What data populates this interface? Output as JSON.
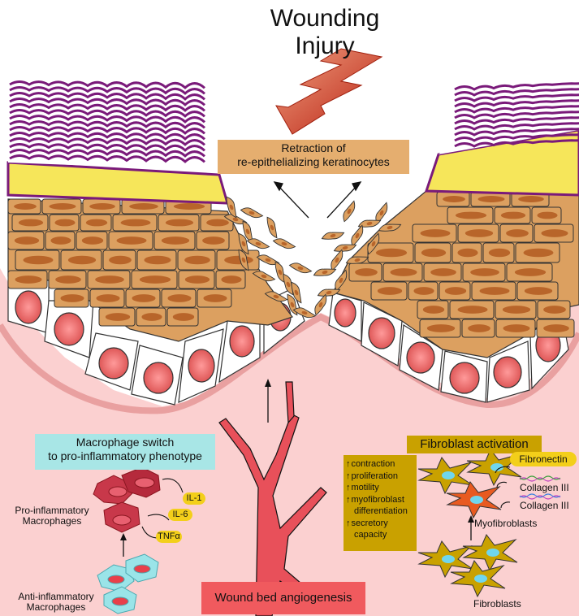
{
  "title": {
    "line1": "Wounding",
    "line2": "Injury"
  },
  "retraction": {
    "line1": "Retraction of",
    "line2": "re-epithelializing keratinocytes"
  },
  "macrophage": {
    "switch_line1": "Macrophage switch",
    "switch_line2": "to pro-inflammatory phenotype",
    "pro_line1": "Pro-inflammatory",
    "pro_line2": "Macrophages",
    "anti_line1": "Anti-inflammatory",
    "anti_line2": "Macrophages",
    "cytokines": [
      "IL-1",
      "IL-6",
      "TNFα"
    ]
  },
  "angiogenesis": "Wound bed angiogenesis",
  "fibroblast": {
    "header": "Fibroblast activation",
    "effects": [
      "contraction",
      "proliferation",
      "motility",
      "myofibroblast",
      "differentiation",
      "secretory",
      "capacity"
    ],
    "fibronectin": "Fibronectin",
    "collagen_a": "Collagen III",
    "collagen_b": "Collagen III",
    "myofibroblasts": "Myofibroblasts",
    "fibroblasts": "Fibroblasts"
  },
  "colors": {
    "dermis": "#fbd0d0",
    "keratinocyte": "#dca060",
    "nucleus": "#b8652a",
    "collagen": "#7a1a7a",
    "stratum": "#f6e65a",
    "lightning": "#c8331c",
    "angio": "#e8505a",
    "tan_box": "#e5ae6f",
    "cyan_box": "#a8e6e6",
    "gold_box": "#c9a100",
    "pill": "#f3cf1a"
  }
}
